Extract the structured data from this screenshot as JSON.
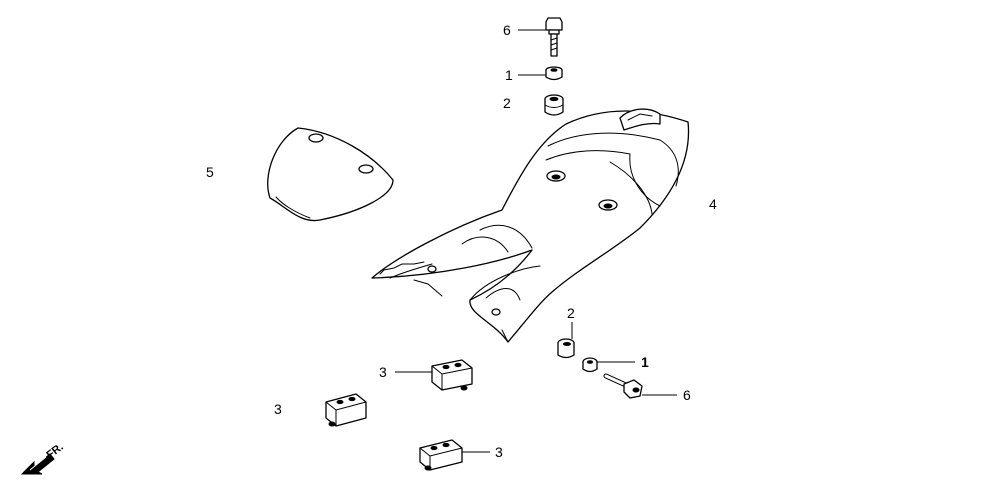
{
  "callouts": {
    "c6_top": "6",
    "c1_top": "1",
    "c2_top": "2",
    "c5": "5",
    "c4": "4",
    "c2_bottom": "2",
    "c1_bottom": "1",
    "c6_bottom": "6",
    "c3_upper": "3",
    "c3_left": "3",
    "c3_lower": "3"
  },
  "direction": {
    "label": "FR."
  }
}
